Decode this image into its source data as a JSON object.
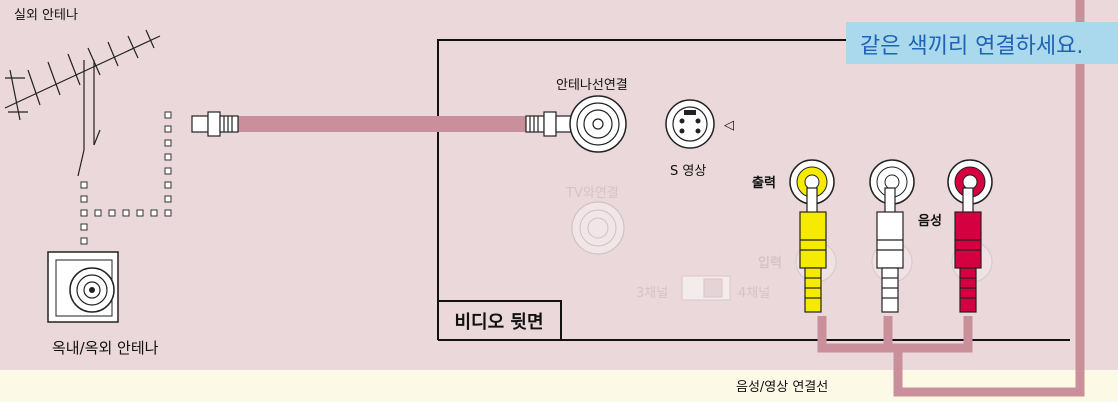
{
  "labels": {
    "outdoor_antenna": "실외 안테나",
    "indoor_outdoor_antenna": "옥내/옥외 안테나",
    "antenna_connection": "안테나선연결",
    "s_video": "S 영상",
    "tv_connection": "TV와연결",
    "output": "출력",
    "audio": "음성",
    "input": "입력",
    "channel3": "3채널",
    "channel4": "4채널",
    "video_back": "비디오 뒷면",
    "av_cable": "음성/영상 연결선"
  },
  "banner": {
    "text": "같은 색끼리 연결하세요."
  },
  "colors": {
    "background": "#ead8db",
    "cable": "#c98f9a",
    "plug_yellow": "#f5ea00",
    "plug_white": "#ffffff",
    "plug_red": "#d5003f",
    "banner_bg": "#aad8ec",
    "banner_text": "#1e63b5"
  },
  "icons": {
    "arrow": "◁"
  }
}
